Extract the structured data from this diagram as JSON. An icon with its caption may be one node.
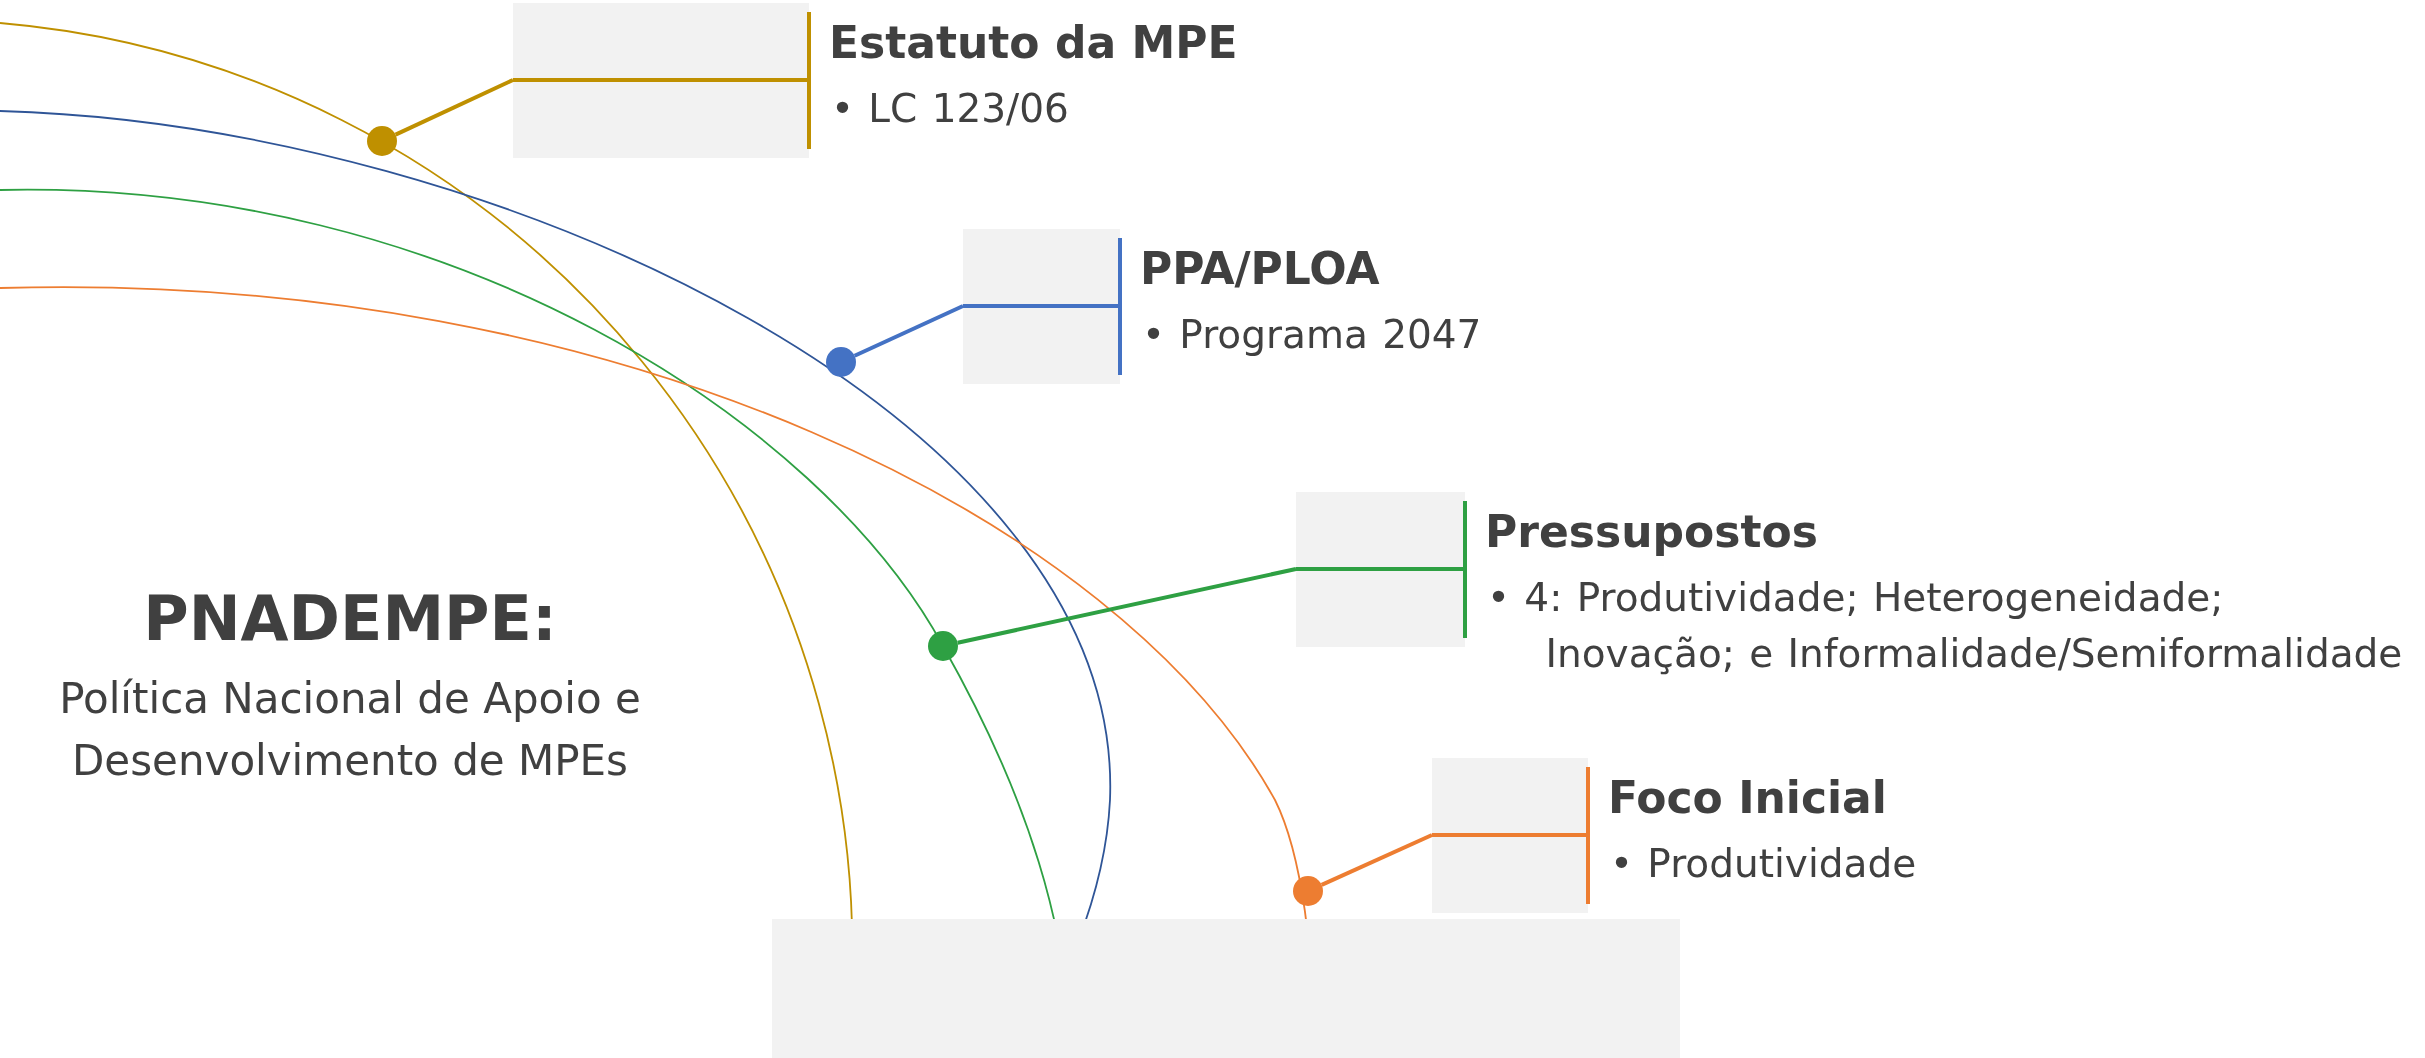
{
  "diagram": {
    "nodes": [
      {
        "text": [
          "Estatuto da MPE",
          "• LC 123/06"
        ]
      },
      {
        "text": [
          "PPA/PLOA",
          "• Programa 2047"
        ]
      },
      {
        "text": [
          "Pressupostos",
          "• 4: Produtividade; Heterogeneidade; Inovação; e  Informalidade/Semiformalidade"
        ]
      },
      {
        "text": [
          "Foco Inicial",
          "• Produtividade"
        ]
      },
      {
        "text": [],
        "shape": "box"
      },
      {
        "text": [],
        "shape": "circle"
      },
      {
        "text": [],
        "shape": "circle"
      },
      {
        "text": [],
        "shape": "circle"
      },
      {
        "text": [],
        "shape": "circle"
      }
    ],
    "edges": [
      {
        "from": 5,
        "to": 0,
        "arrow": "none",
        "color": "#bf9000"
      },
      {
        "from": 6,
        "to": 1,
        "arrow": "none",
        "color": "#4472c4"
      },
      {
        "from": 7,
        "to": 2,
        "arrow": "none",
        "color": "#2ea043"
      },
      {
        "from": 8,
        "to": 3,
        "arrow": "none",
        "color": "#ed7d31"
      }
    ],
    "labels": [
      "PNADEMPE:",
      "Política Nacional de Apoio e Desenvolvimento de MPEs"
    ]
  }
}
